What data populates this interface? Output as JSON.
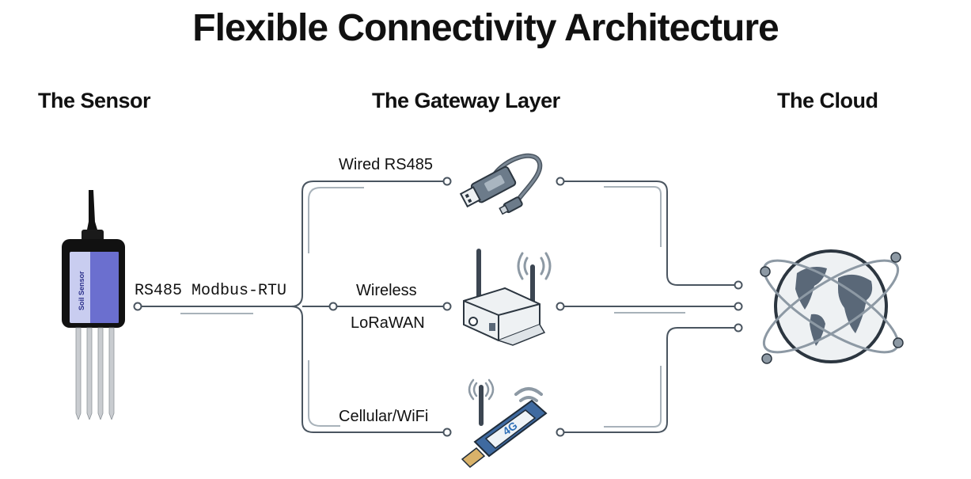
{
  "title": "Flexible Connectivity Architecture",
  "columns": {
    "sensor": "The Sensor",
    "gateway": "The Gateway Layer",
    "cloud": "The Cloud"
  },
  "sensor": {
    "icon": "soil-sensor-icon",
    "label_text": "Soil Sensor",
    "protocol": "RS485 Modbus-RTU"
  },
  "gateways": [
    {
      "label": "Wired RS485",
      "icon": "usb-adapter-icon"
    },
    {
      "label_line1": "Wireless",
      "label_line2": "LoRaWAN",
      "icon": "lora-gateway-icon"
    },
    {
      "label": "Cellular/WiFi",
      "icon": "4g-wifi-module-icon",
      "badge": "4G"
    }
  ],
  "cloud": {
    "icon": "globe-network-icon"
  },
  "colors": {
    "wire": "#4a5560",
    "wire_light": "#a8b2ba",
    "device": "#5a6878",
    "device_light": "#dfe4e8"
  }
}
